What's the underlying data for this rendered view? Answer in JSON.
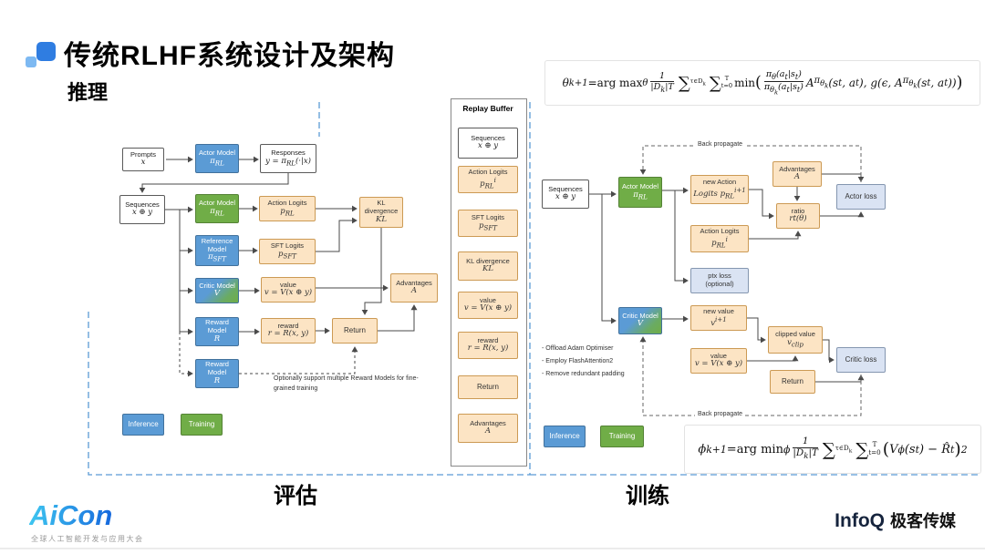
{
  "header": {
    "title": "传统RLHF系统设计及架构"
  },
  "sections": {
    "inference": "推理",
    "evaluation": "评估",
    "training": "训练"
  },
  "legend": {
    "inference": "Inference",
    "training": "Training"
  },
  "formulas": {
    "actor": "θ<sub>k+1</sub> = <span class=\"rm\">arg max</span><sub>θ</sub> <span class=\"frac\"><span>1</span><span>|D<sub>k</sub>|T</span></span><span class=\"sum\">∑</span><span class=\"stack\"><span> </span><span>τ∈D<sub>k</sub></span></span><span class=\"sum\">∑</span><span class=\"stack\"><span>T</span><span>t=0</span></span><span class=\"rm\">min</span><span class=\"big\">(</span><span class=\"frac\"><span>π<sub>θ</sub>(a<sub>t</sub>|s<sub>t</sub>)</span><span>π<sub>θ<sub>k</sub></sub>(a<sub>t</sub>|s<sub>t</sub>)</span></span>A<sup>π<sub>θ<sub>k</sub></sub></sup>(s<sub>t</sub>, a<sub>t</sub>),  g(ϵ, A<sup>π<sub>θ<sub>k</sub></sub></sup>(s<sub>t</sub>, a<sub>t</sub>))<span class=\"big\">)</span>",
    "critic": "ϕ<sub>k+1</sub> = <span class=\"rm\">arg min</span><sub>ϕ</sub> <span class=\"frac\"><span>1</span><span>|D<sub>k</sub>|T</span></span><span class=\"sum\">∑</span><span class=\"stack\"><span> </span><span>τ∈D<sub>k</sub></span></span><span class=\"sum\">∑</span><span class=\"stack\"><span>T</span><span>t=0</span></span><span class=\"big\">(</span>V<sub>ϕ</sub>(s<sub>t</sub>) − R̂<sub>t</sub><span class=\"big\">)</span><sup>2</sup>"
  },
  "inference": {
    "nodes": {
      "prompts": {
        "t": "Prompts",
        "m": "x"
      },
      "actor": {
        "t": "Actor Model",
        "m": "π<sub>RL</sub>"
      },
      "responses": {
        "t": "Responses",
        "m": "y = π<sub>RL</sub>(·|x)"
      },
      "sequences": {
        "t": "Sequences",
        "m": "x ⊕ y"
      },
      "actor_train": {
        "t": "Actor Model",
        "m": "π<sub>RL</sub>"
      },
      "action_logits": {
        "t": "Action Logits",
        "m": "p<sub>RL</sub>"
      },
      "kl": {
        "t": "KL divergence",
        "m": "KL"
      },
      "reference": {
        "t": "Reference Model",
        "m": "π<sub>SFT</sub>"
      },
      "sft_logits": {
        "t": "SFT Logits",
        "m": "p<sub>SFT</sub>"
      },
      "critic": {
        "t": "Critic Model",
        "m": "V"
      },
      "value": {
        "t": "value",
        "m": "v = V(x ⊕ y)"
      },
      "advantages": {
        "t": "Advantages",
        "m": "A"
      },
      "reward_model1": {
        "t": "Reward Model",
        "m": "R"
      },
      "reward": {
        "t": "reward",
        "m": "r = R(x, y)"
      },
      "return": {
        "t": "Return"
      },
      "reward_model2": {
        "t": "Reward Model",
        "m": "R"
      }
    },
    "note": "Optionally support multiple Reward Models for fine-grained training"
  },
  "replay_buffer": {
    "title": "Replay Buffer",
    "items": {
      "sequences": {
        "t": "Sequences",
        "m": "x ⊕ y"
      },
      "action_logits": {
        "t": "Action Logits",
        "m": "p<sub>RL</sub><sup>i</sup>"
      },
      "sft_logits": {
        "t": "SFT Logits",
        "m": "p<sub>SFT</sub>"
      },
      "kl": {
        "t": "KL divergence",
        "m": "KL"
      },
      "value": {
        "t": "value",
        "m": "v = V(x ⊕ y)"
      },
      "reward": {
        "t": "reward",
        "m": "r = R(x, y)"
      },
      "return": {
        "t": "Return"
      },
      "advantages": {
        "t": "Advantages",
        "m": "A"
      }
    }
  },
  "training": {
    "nodes": {
      "sequences": {
        "t": "Sequences",
        "m": "x ⊕ y"
      },
      "actor": {
        "t": "Actor Model",
        "m": "π<sub>RL</sub>"
      },
      "new_action_logits": {
        "t": "new Action",
        "m": "Logits p<sub>RL</sub><sup>i+1</sup>"
      },
      "advantages": {
        "t": "Advantages",
        "m": "A"
      },
      "ratio": {
        "t": "ratio",
        "m": "rt(θ)"
      },
      "actor_loss": {
        "t": "Actor loss"
      },
      "action_logits": {
        "t": "Action Logits",
        "m": "p<sub>RL</sub><sup>i</sup>"
      },
      "ptx_loss": {
        "t": "ptx loss",
        "m2": "(optional)"
      },
      "critic": {
        "t": "Critic Model",
        "m": "V"
      },
      "new_value": {
        "t": "new value",
        "m": "v<sup>i+1</sup>"
      },
      "clipped_value": {
        "t": "clipped value",
        "m": "v<sub>clip</sub>"
      },
      "value": {
        "t": "value",
        "m": "v = V(x ⊕ y)"
      },
      "critic_loss": {
        "t": "Critic loss"
      },
      "return": {
        "t": "Return"
      }
    },
    "notes": [
      "- Offload Adam Optimiser",
      "- Employ FlashAttention2",
      "- Remove redundant padding"
    ],
    "back_propagate": "Back propagate"
  },
  "footer": {
    "aicon": "AiCon",
    "aicon_sub": "全球人工智能开发与应用大会",
    "infoq": "InfoQ",
    "infoq_cn": "极客传媒"
  }
}
